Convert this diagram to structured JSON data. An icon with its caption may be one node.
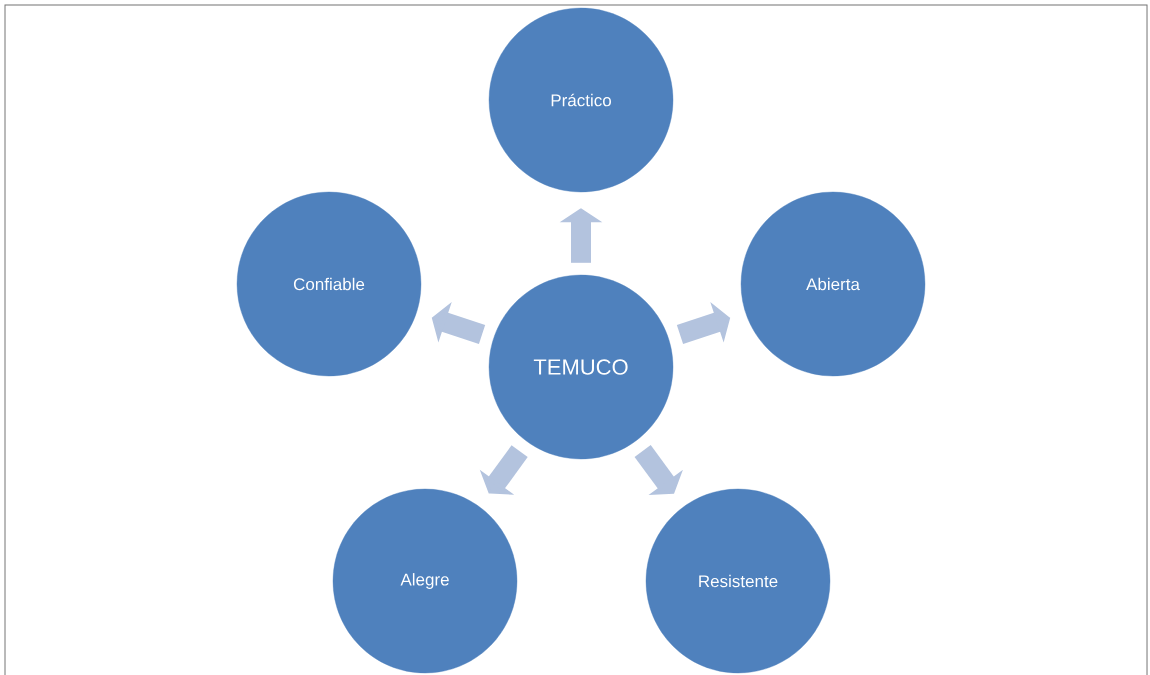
{
  "diagram": {
    "nodes": [
      {
        "text": [
          "Práctico"
        ]
      },
      {
        "text": [
          "Confiable"
        ]
      },
      {
        "text": [
          "Abierta"
        ]
      },
      {
        "text": [
          "TEMUCO"
        ]
      },
      {
        "text": [
          "Alegre"
        ]
      },
      {
        "text": [
          "Resistente"
        ]
      }
    ],
    "edges": [
      {
        "from": 3,
        "to": 0,
        "arrow": "to"
      },
      {
        "from": 3,
        "to": 2,
        "arrow": "to"
      },
      {
        "from": 3,
        "to": 5,
        "arrow": "to"
      },
      {
        "from": 3,
        "to": 4,
        "arrow": "to"
      },
      {
        "from": 3,
        "to": 1,
        "arrow": "to"
      }
    ]
  }
}
